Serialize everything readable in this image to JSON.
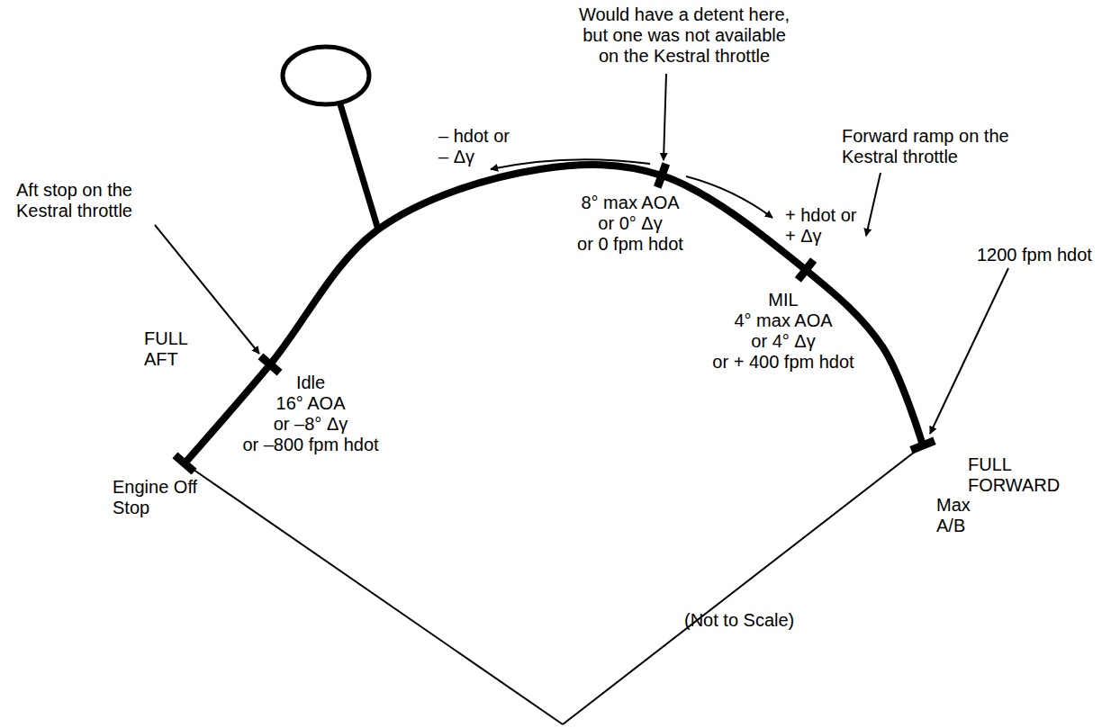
{
  "diagram": {
    "labels": [
      "Would have a detent here, but one was not available on the Kestral throttle",
      "– hdot or – Δγ",
      "Aft stop on the Kestral throttle",
      "Forward ramp on the Kestral throttle",
      "+ hdot or + Δγ",
      "1200 fpm hdot",
      "8° max AOA",
      "or 0° Δγ",
      "or 0 fpm hdot",
      "Idle",
      "16° AOA",
      "or –8° Δγ",
      "or –800 fpm hdot",
      "MIL",
      "4° max AOA",
      "or 4° Δγ",
      "or + 400 fpm hdot",
      "FULL AFT",
      "Engine Off Stop",
      "FULL FORWARD",
      "Max A/B",
      "(Not to Scale)"
    ]
  }
}
